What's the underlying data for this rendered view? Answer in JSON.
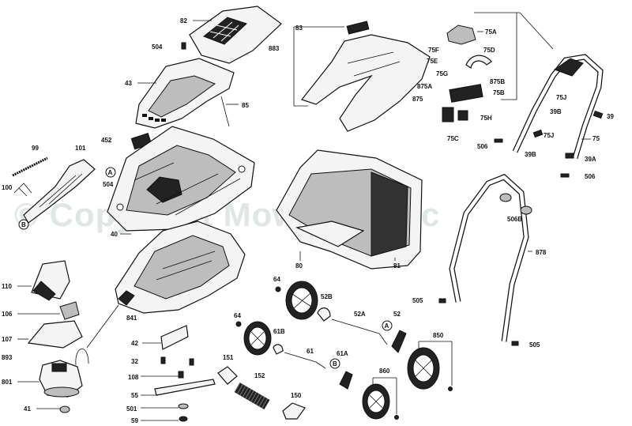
{
  "watermark": "© Copyright Mower Magic",
  "callouts": {
    "A": "A",
    "B": "B"
  },
  "labels": {
    "p82": "82",
    "p504a": "504",
    "p43": "43",
    "p85": "85",
    "p452": "452",
    "p99": "99",
    "p101": "101",
    "p100": "100",
    "p504b": "504",
    "p40": "40",
    "p83": "83",
    "p883": "883",
    "p80": "80",
    "p81": "81",
    "p75A": "75A",
    "p75F": "75F",
    "p75E": "75E",
    "p75D": "75D",
    "p75G": "75G",
    "p875A": "875A",
    "p875B": "875B",
    "p875": "875",
    "p75B": "75B",
    "p75H": "75H",
    "p75C": "75C",
    "p506a": "506",
    "p75Ja": "75J",
    "p39Ba": "39B",
    "p39": "39",
    "p75": "75",
    "p75Jb": "75J",
    "p39Bb": "39B",
    "p39A": "39A",
    "p506b": "506",
    "p506B": "506B",
    "p878": "878",
    "p505a": "505",
    "p505b": "505",
    "p110": "110",
    "p106": "106",
    "p107": "107",
    "p893": "893",
    "p801": "801",
    "p41": "41",
    "p841": "841",
    "p42": "42",
    "p32": "32",
    "p108": "108",
    "p55": "55",
    "p501": "501",
    "p59": "59",
    "p64a": "64",
    "p52B": "52B",
    "p52A": "52A",
    "p52": "52",
    "p64b": "64",
    "p61B": "61B",
    "p61": "61",
    "p61A": "61A",
    "p151": "151",
    "p152": "152",
    "p150": "150",
    "p850": "850",
    "p860": "860"
  }
}
